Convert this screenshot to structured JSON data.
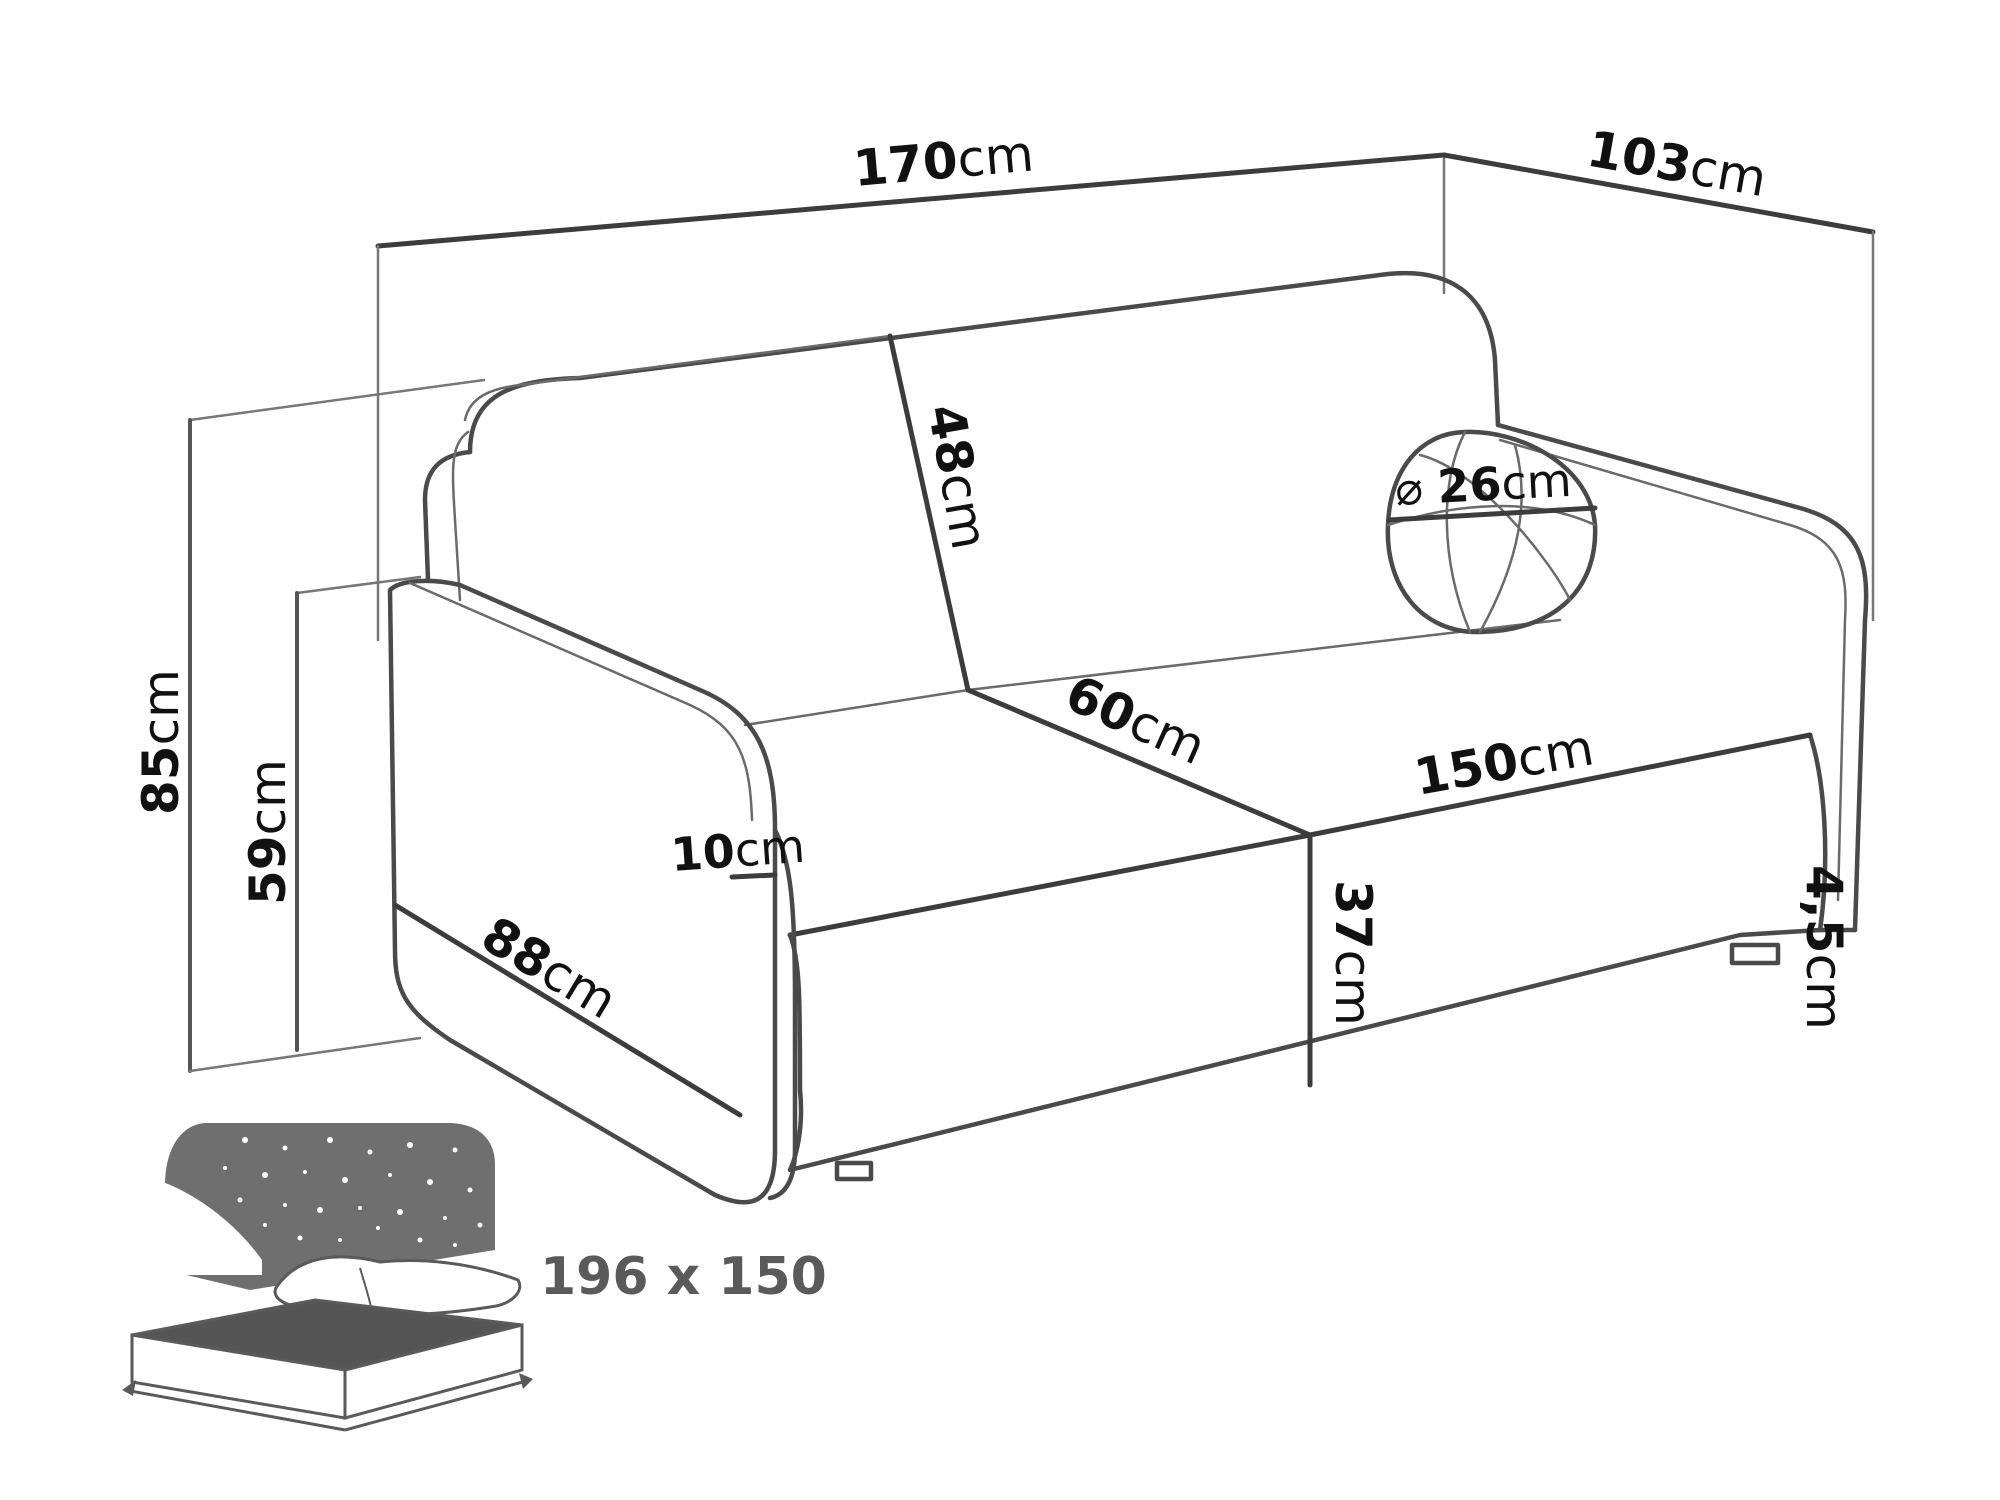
{
  "dimensions": {
    "width": {
      "value": "170",
      "unit": "cm"
    },
    "depth": {
      "value": "103",
      "unit": "cm"
    },
    "height": {
      "value": "85",
      "unit": "cm"
    },
    "arm_height": {
      "value": "59",
      "unit": "cm"
    },
    "back_height": {
      "value": "48",
      "unit": "cm"
    },
    "pillow": {
      "prefix": "⌀ ",
      "value": "26",
      "unit": "cm"
    },
    "seat_depth": {
      "value": "60",
      "unit": "cm"
    },
    "seat_width": {
      "value": "150",
      "unit": "cm"
    },
    "arm_width": {
      "value": "10",
      "unit": "cm"
    },
    "arm_depth": {
      "value": "88",
      "unit": "cm"
    },
    "seat_height": {
      "value": "37",
      "unit": "cm"
    },
    "leg_height": {
      "value": "4,5",
      "unit": "cm"
    }
  },
  "sleeping_area": {
    "label": "196 x 150"
  },
  "icons": [
    "sofa-outline",
    "decorative-ball-pillow",
    "bed-with-stars-icon"
  ],
  "colors": {
    "line": "#4a4a4a",
    "text": "#111111",
    "bed_icon": "#5a5a5a",
    "background": "#ffffff"
  }
}
